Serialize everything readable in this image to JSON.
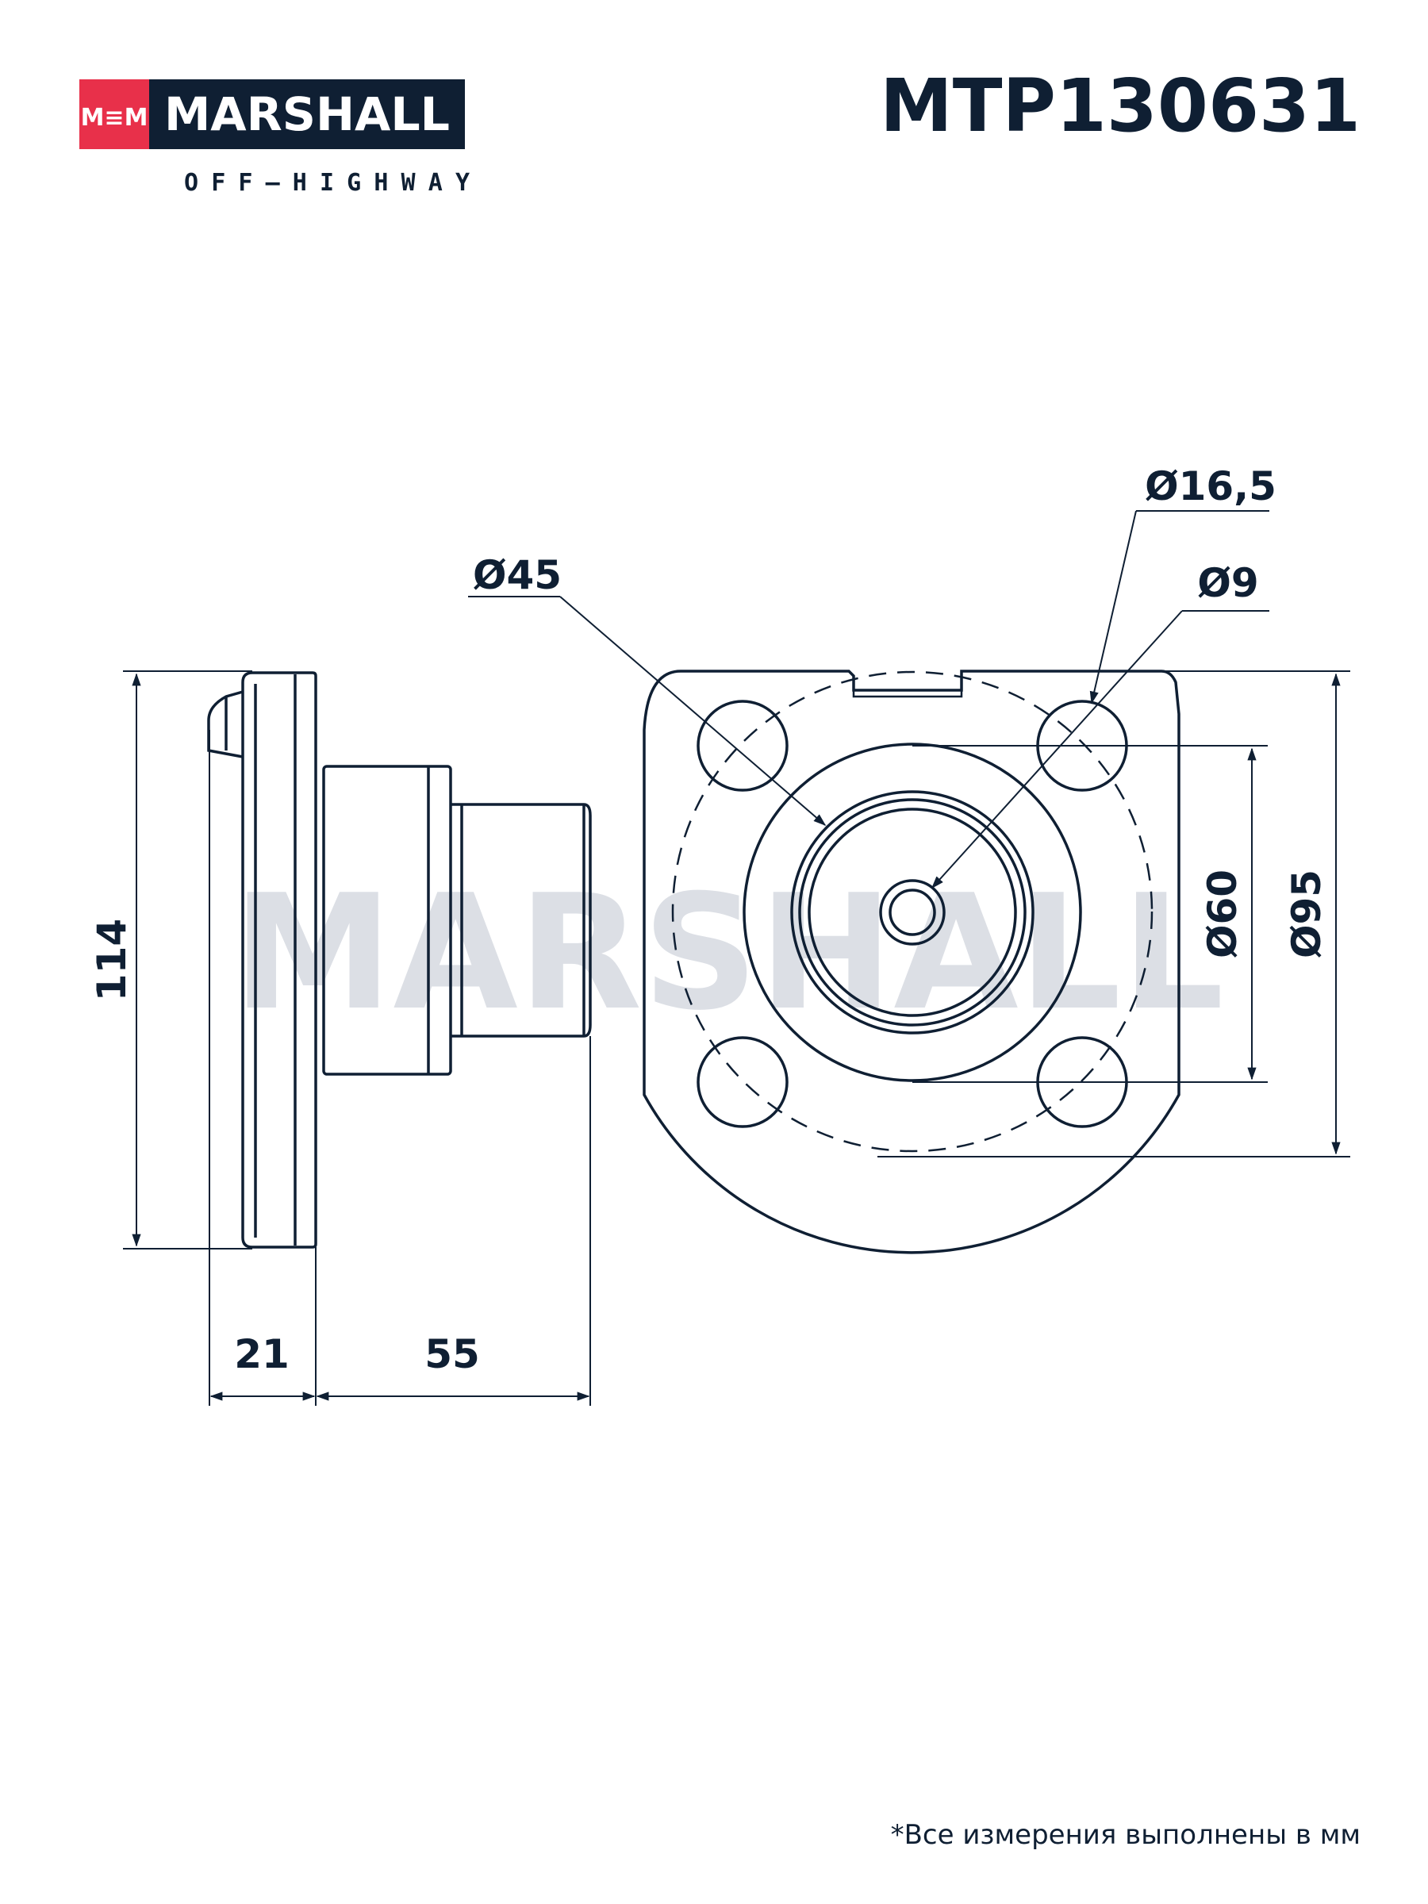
{
  "brand": {
    "logo_mark": "M≡M",
    "name": "MARSHALL",
    "tagline": "OFF–HIGHWAY",
    "accent_color": "#e8304a",
    "dark_color": "#0f1f33"
  },
  "part_number": "MTP130631",
  "watermark": "MARSHALL",
  "dimensions": {
    "height": "114",
    "flange_thickness": "21",
    "shaft_length": "55",
    "bore_diameter": "Ø45",
    "stud_hole_diameter": "Ø16,5",
    "center_hole_diameter": "Ø9",
    "hole_spacing": "Ø60",
    "bolt_circle": "Ø95"
  },
  "footnote": "*Все измерения выполнены в мм"
}
